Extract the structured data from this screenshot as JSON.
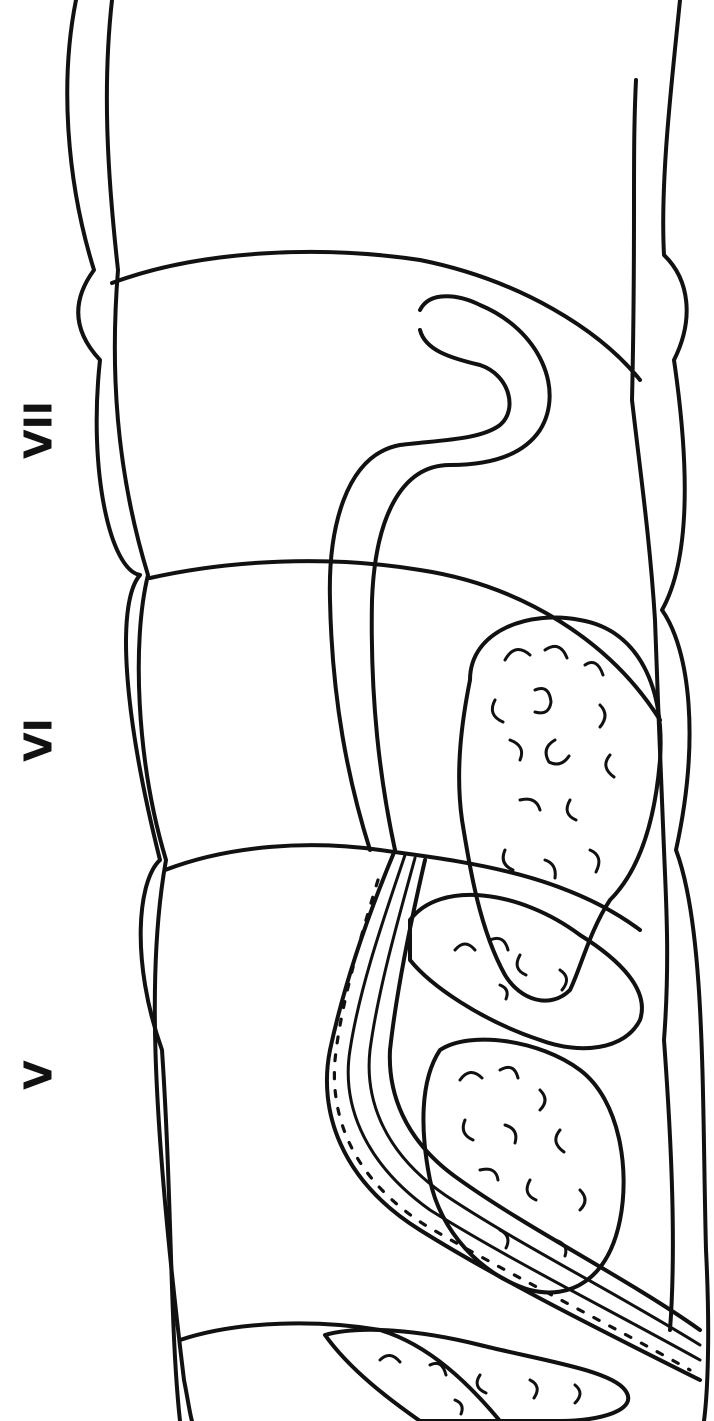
{
  "segments": {
    "vii": "VII",
    "vi": "VI",
    "v": "V"
  }
}
